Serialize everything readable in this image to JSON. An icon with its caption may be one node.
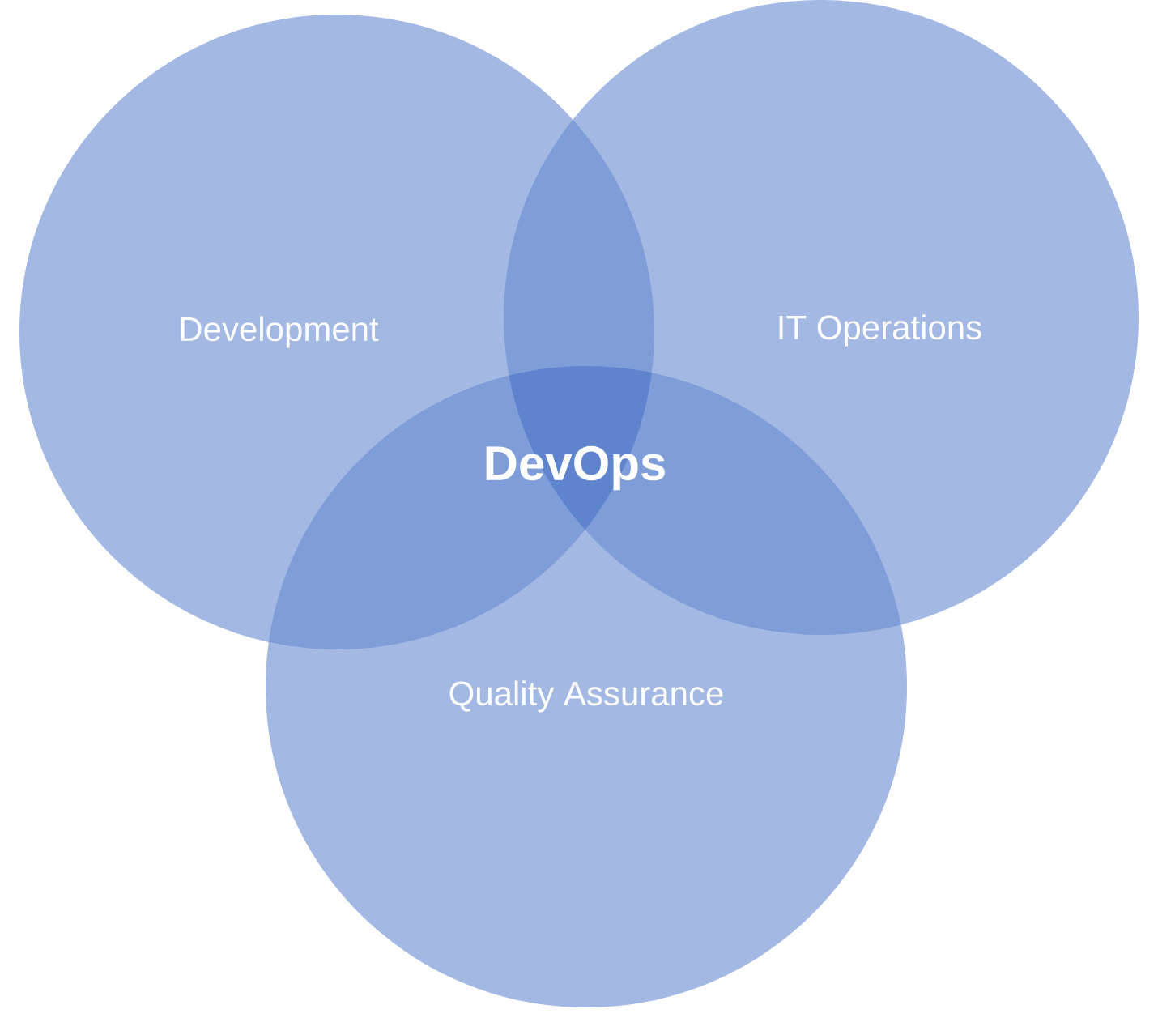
{
  "diagram": {
    "nodes": [
      {
        "text": [
          "Development"
        ]
      },
      {
        "text": [
          "IT Operations"
        ]
      },
      {
        "text": [
          "Quality Assurance"
        ]
      }
    ],
    "labels": [
      "DevOps"
    ]
  }
}
